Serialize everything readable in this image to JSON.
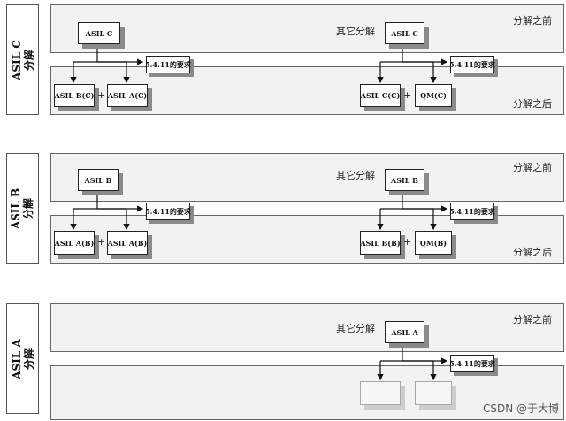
{
  "sections": [
    {
      "label": "ASIL C\n分解",
      "band_top": {
        "center": "其它分解",
        "right": "分解之前"
      },
      "band_bottom": {
        "right": "分解之后"
      },
      "left": {
        "source": "ASIL C",
        "req": "5.4.11的要求",
        "a": "ASIL B(C)",
        "b": "ASIL A(C)",
        "plus": "+"
      },
      "right": {
        "source": "ASIL C",
        "req": "5.4.11的要求",
        "a": "ASIL C(C)",
        "b": "QM(C)",
        "plus": "+"
      }
    },
    {
      "label": "ASIL B\n分解",
      "band_top": {
        "center": "其它分解",
        "right": "分解之前"
      },
      "band_bottom": {
        "right": "分解之后"
      },
      "left": {
        "source": "ASIL B",
        "req": "5.4.11的要求",
        "a": "ASIL A(B)",
        "b": "ASIL A(B)",
        "plus": "+"
      },
      "right": {
        "source": "ASIL B",
        "req": "5.4.11的要求",
        "a": "ASIL B(B)",
        "b": "QM(B)",
        "plus": "+"
      }
    },
    {
      "label": "ASIL A\n分解",
      "band_top": {
        "center": "其它分解",
        "right": "分解之前"
      },
      "right": {
        "source": "ASIL A",
        "req": "5.4.11的要求"
      }
    }
  ],
  "watermark": "CSDN @于大博"
}
